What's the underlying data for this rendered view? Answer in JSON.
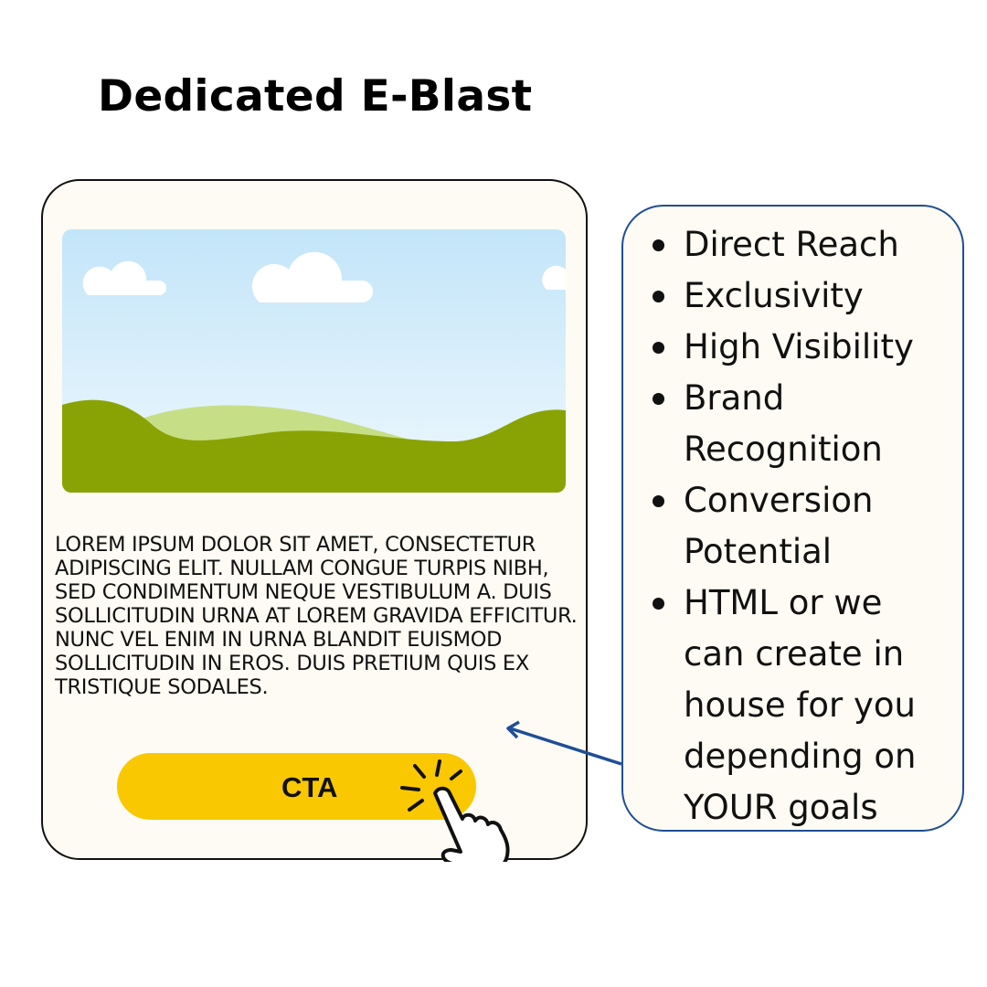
{
  "title": "Dedicated E-Blast",
  "email_preview": {
    "body_text": "Lorem ipsum dolor sit amet, consectetur adipiscing elit. Nullam congue turpis nibh, sed condimentum neque vestibulum a. Duis sollicitudin urna at lorem gravida efficitur. Nunc vel enim in urna blandit euismod sollicitudin in eros. Duis pretium quis ex tristique sodales.",
    "cta_label": "CTA"
  },
  "benefits": [
    "Direct Reach",
    "Exclusivity",
    "High Visibility",
    "Brand Recognition",
    "Conversion Potential",
    "HTML or we can create in house for you depending on YOUR goals"
  ],
  "colors": {
    "cta": "#f9c800",
    "panel_border": "#1f4e96",
    "card_bg": "#fdfbf3",
    "grass_dark": "#8aa304",
    "grass_light": "#c6df86"
  }
}
